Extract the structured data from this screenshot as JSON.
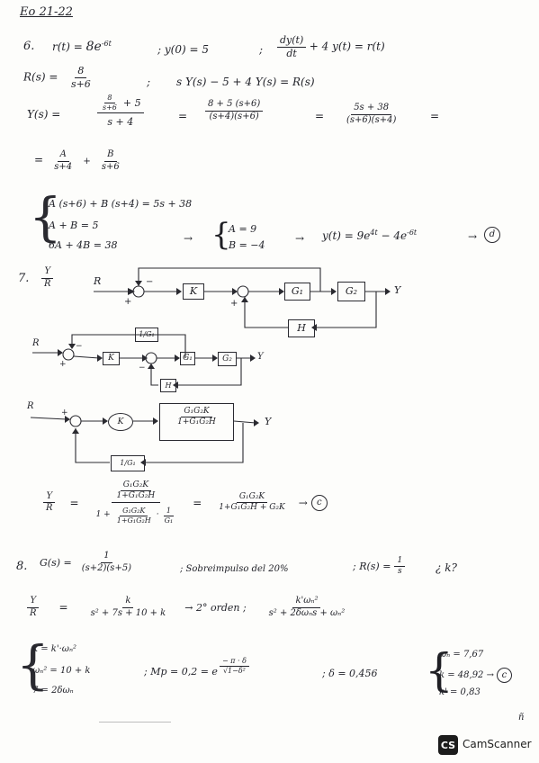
{
  "header": {
    "title": "Eo 21-22"
  },
  "p6": {
    "num": "6.",
    "r_lhs": "r(t) =",
    "r_rhs": "8e",
    "r_exp": "-6t",
    "ic": "; y(0) = 5",
    "sep": ";",
    "ode_num": "dy(t)",
    "ode_den": "dt",
    "ode_rest": "+ 4 y(t) = r(t)",
    "R_lhs": "R(s) =",
    "R_num": "8",
    "R_den": "s+6",
    "R_sep": ";",
    "laplace": "s Y(s) − 5 + 4 Y(s) = R(s)",
    "Y_lhs": "Y(s) =",
    "Y_in_num": "8",
    "Y_in_den": "s+6",
    "Y_plus5": "+ 5",
    "Y_den": "s + 4",
    "eq1": "=",
    "Y2_num": "8 + 5 (s+6)",
    "Y2_den": "(s+4)(s+6)",
    "eq2": "=",
    "Y3_num": "5s + 38",
    "Y3_den": "(s+6)(s+4)",
    "eq3": "=",
    "pf_eq": "=",
    "pfA_num": "A",
    "pfA_den": "s+4",
    "pf_plus": "+",
    "pfB_num": "B",
    "pfB_den": "s+6",
    "sys1": "A (s+6) + B (s+4) = 5s + 38",
    "sys2": "A + B = 5",
    "sys3": "6A + 4B = 38",
    "arrow1": "→",
    "solA": "A = 9",
    "solB": "B = −4",
    "arrow2": "→",
    "y_res": "y(t) = 9e",
    "y_exp1": "4t",
    "y_res2": "− 4e",
    "y_exp2": "-6t",
    "arrow3": "→",
    "answer": "d"
  },
  "p7": {
    "num": "7.",
    "tf_num": "Y",
    "tf_den": "R",
    "d1": {
      "R": "R",
      "K": "K",
      "G1": "G₁",
      "G2": "G₂",
      "Y": "Y",
      "H": "H",
      "minus": "−",
      "plus1": "+",
      "plus2": "+"
    },
    "d2": {
      "R": "R",
      "K": "K",
      "G1": "G₁",
      "G2": "G₂",
      "Y": "Y",
      "fb_top": "1/G₁",
      "fb_H": "H",
      "minus": "−",
      "plus": "+",
      "minus2": "−"
    },
    "d3": {
      "R": "R",
      "K": "K",
      "box_num": "G₁G₂K",
      "box_den": "1+G₁G₂H",
      "Y": "Y",
      "fb": "1/G₁",
      "plus": "+"
    },
    "res_lhs_num": "Y",
    "res_lhs_den": "R",
    "res_eq": "=",
    "res_in_num": "G₁G₂K",
    "res_in_den": "1+G₁G₂H",
    "res_big_den_pre": "1 +",
    "res_big_den_num": "G₁G₂K",
    "res_big_den_den": "1+G₁G₂H",
    "res_dot": "·",
    "res_small_num": "1",
    "res_small_den": "G₁",
    "res_eq2": "=",
    "res_final_num": "G₁G₂K",
    "res_final_den": "1+G₁G₂H + G₂K",
    "arrow": "→",
    "answer": "c"
  },
  "p8": {
    "num": "8.",
    "G_lhs": "G(s) =",
    "G_num": "1",
    "G_den": "(s+2)(s+5)",
    "cond": "; Sobreimpulso del 20%",
    "Rs": "; R(s) =",
    "Rs_num": "1",
    "Rs_den": "s",
    "ask": "¿ k?",
    "tf_num": "Y",
    "tf_den": "R",
    "eq": "=",
    "tf2_num": "k",
    "tf2_den": "s² + 7s + 10 + k",
    "order": "→ 2° orden ;",
    "tf3_num": "k'ωₙ²",
    "tf3_den": "s² + 2δωₙs + ωₙ²",
    "s1": "k = k'·ωₙ²",
    "s2": "ωₙ² = 10 + k",
    "s3": "7 = 2δωₙ",
    "mp": "; Mp = 0,2 = e",
    "mp_exp_num": "− π · δ",
    "mp_exp_den": "√1−δ²",
    "delta": "; δ = 0,456",
    "r1": "ωₙ = 7,67",
    "r2": "k = 48,92 →",
    "r3": "k' = 0,83",
    "answer": "c"
  },
  "footer": {
    "page_mark": "ñ",
    "logo_mark": "CS",
    "brand": "CamScanner"
  }
}
